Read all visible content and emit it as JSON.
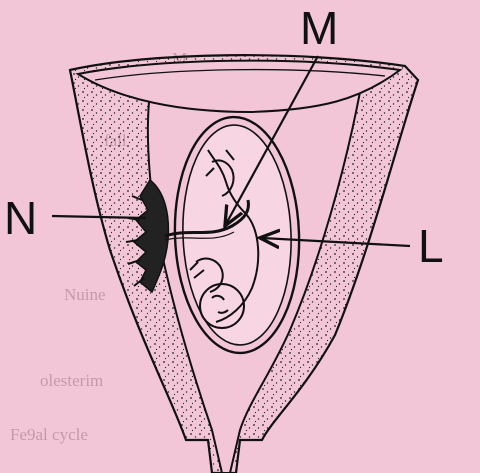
{
  "labels": {
    "m": "M",
    "n": "N",
    "l": "L"
  },
  "bleed_text": [
    "M",
    "fall",
    "Nuine",
    "olesterim",
    "Fe9al cycle"
  ],
  "colors": {
    "background": "#f2c6d6",
    "ink": "#111111",
    "bleed": "#c49aab"
  }
}
